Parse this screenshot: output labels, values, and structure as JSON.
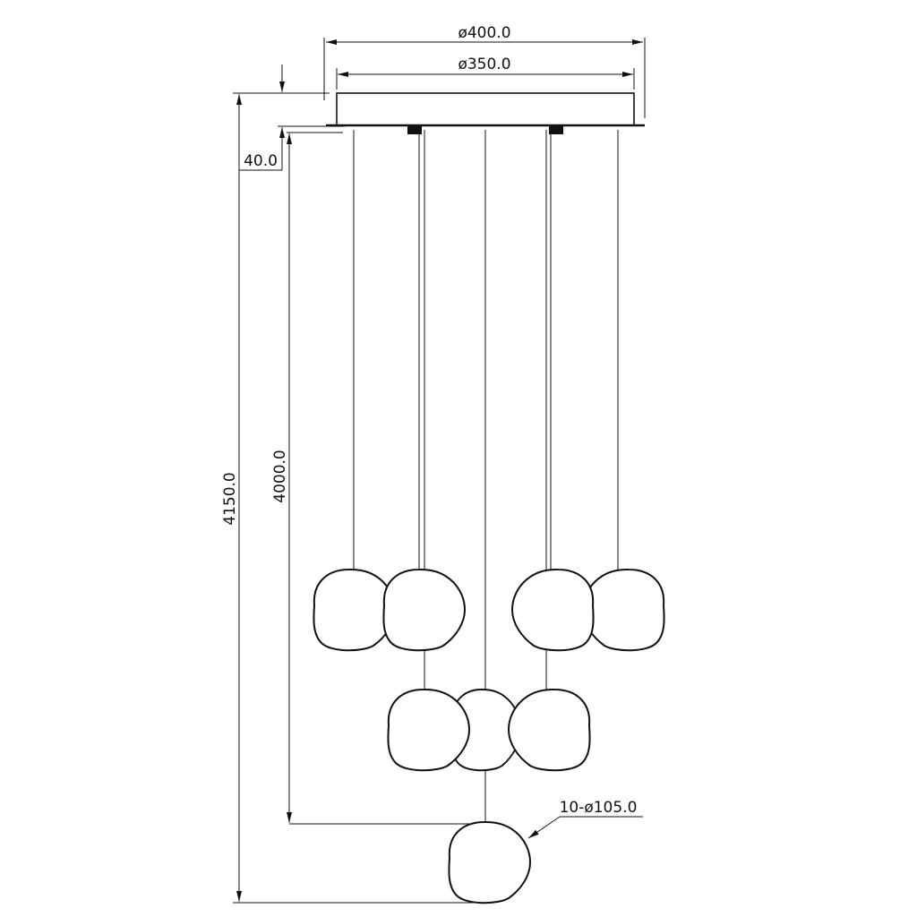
{
  "dimensions": {
    "outer_diameter": "ø400.0",
    "canopy_diameter": "ø350.0",
    "canopy_height": "40.0",
    "total_height": "4150.0",
    "cable_length": "4000.0",
    "shade_spec": "10-ø105.0"
  },
  "colors": {
    "line": "#111111",
    "background": "#ffffff"
  }
}
